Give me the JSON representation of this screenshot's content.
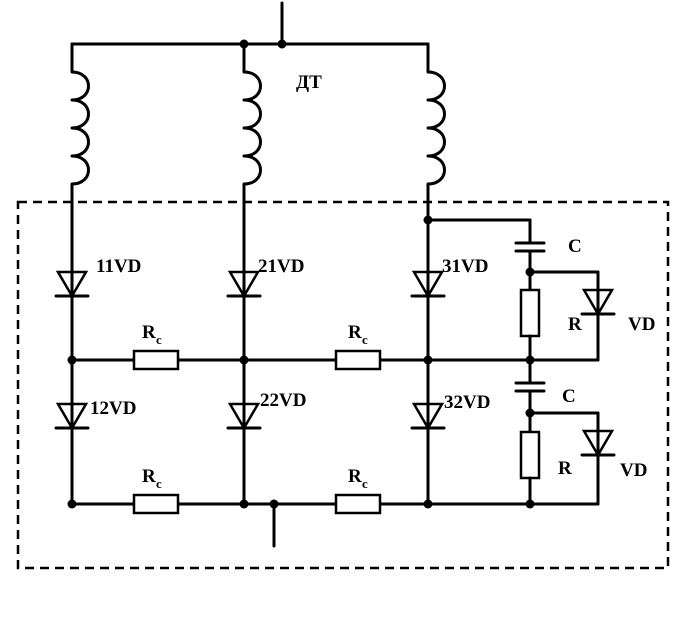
{
  "labels": {
    "transformer": "ДТ",
    "d11": "11VD",
    "d21": "21VD",
    "d31": "31VD",
    "d12": "12VD",
    "d22": "22VD",
    "d32": "32VD",
    "rc_main": "R",
    "rc_sub": "c",
    "cap": "C",
    "res": "R",
    "vd": "VD"
  }
}
